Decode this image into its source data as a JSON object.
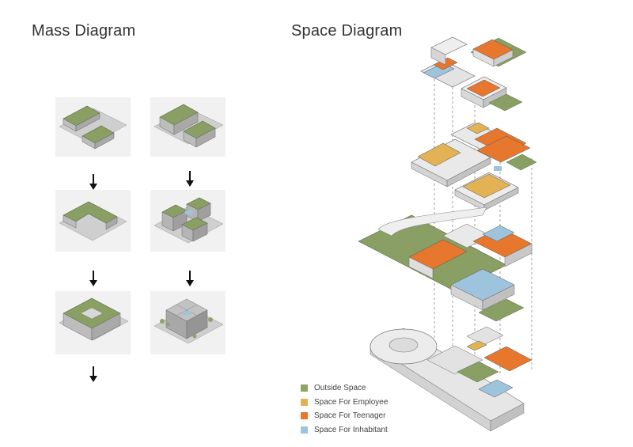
{
  "mass_diagram": {
    "title": "Mass Diagram"
  },
  "space_diagram": {
    "title": "Space Diagram"
  },
  "colors": {
    "outside": "#8da368",
    "employee": "#e3b254",
    "teenager": "#e8772e",
    "inhabitant": "#9ec4dd",
    "building_grey": "#c9c9c9",
    "ground_grey": "#d9d9d9",
    "outline": "#555555"
  },
  "legend": [
    {
      "label": "Outside Space",
      "color": "#8da368"
    },
    {
      "label": "Space For Employee",
      "color": "#e3b254"
    },
    {
      "label": "Space For Teenager",
      "color": "#e8772e"
    },
    {
      "label": "Space For Inhabitant",
      "color": "#9ec4dd"
    }
  ]
}
